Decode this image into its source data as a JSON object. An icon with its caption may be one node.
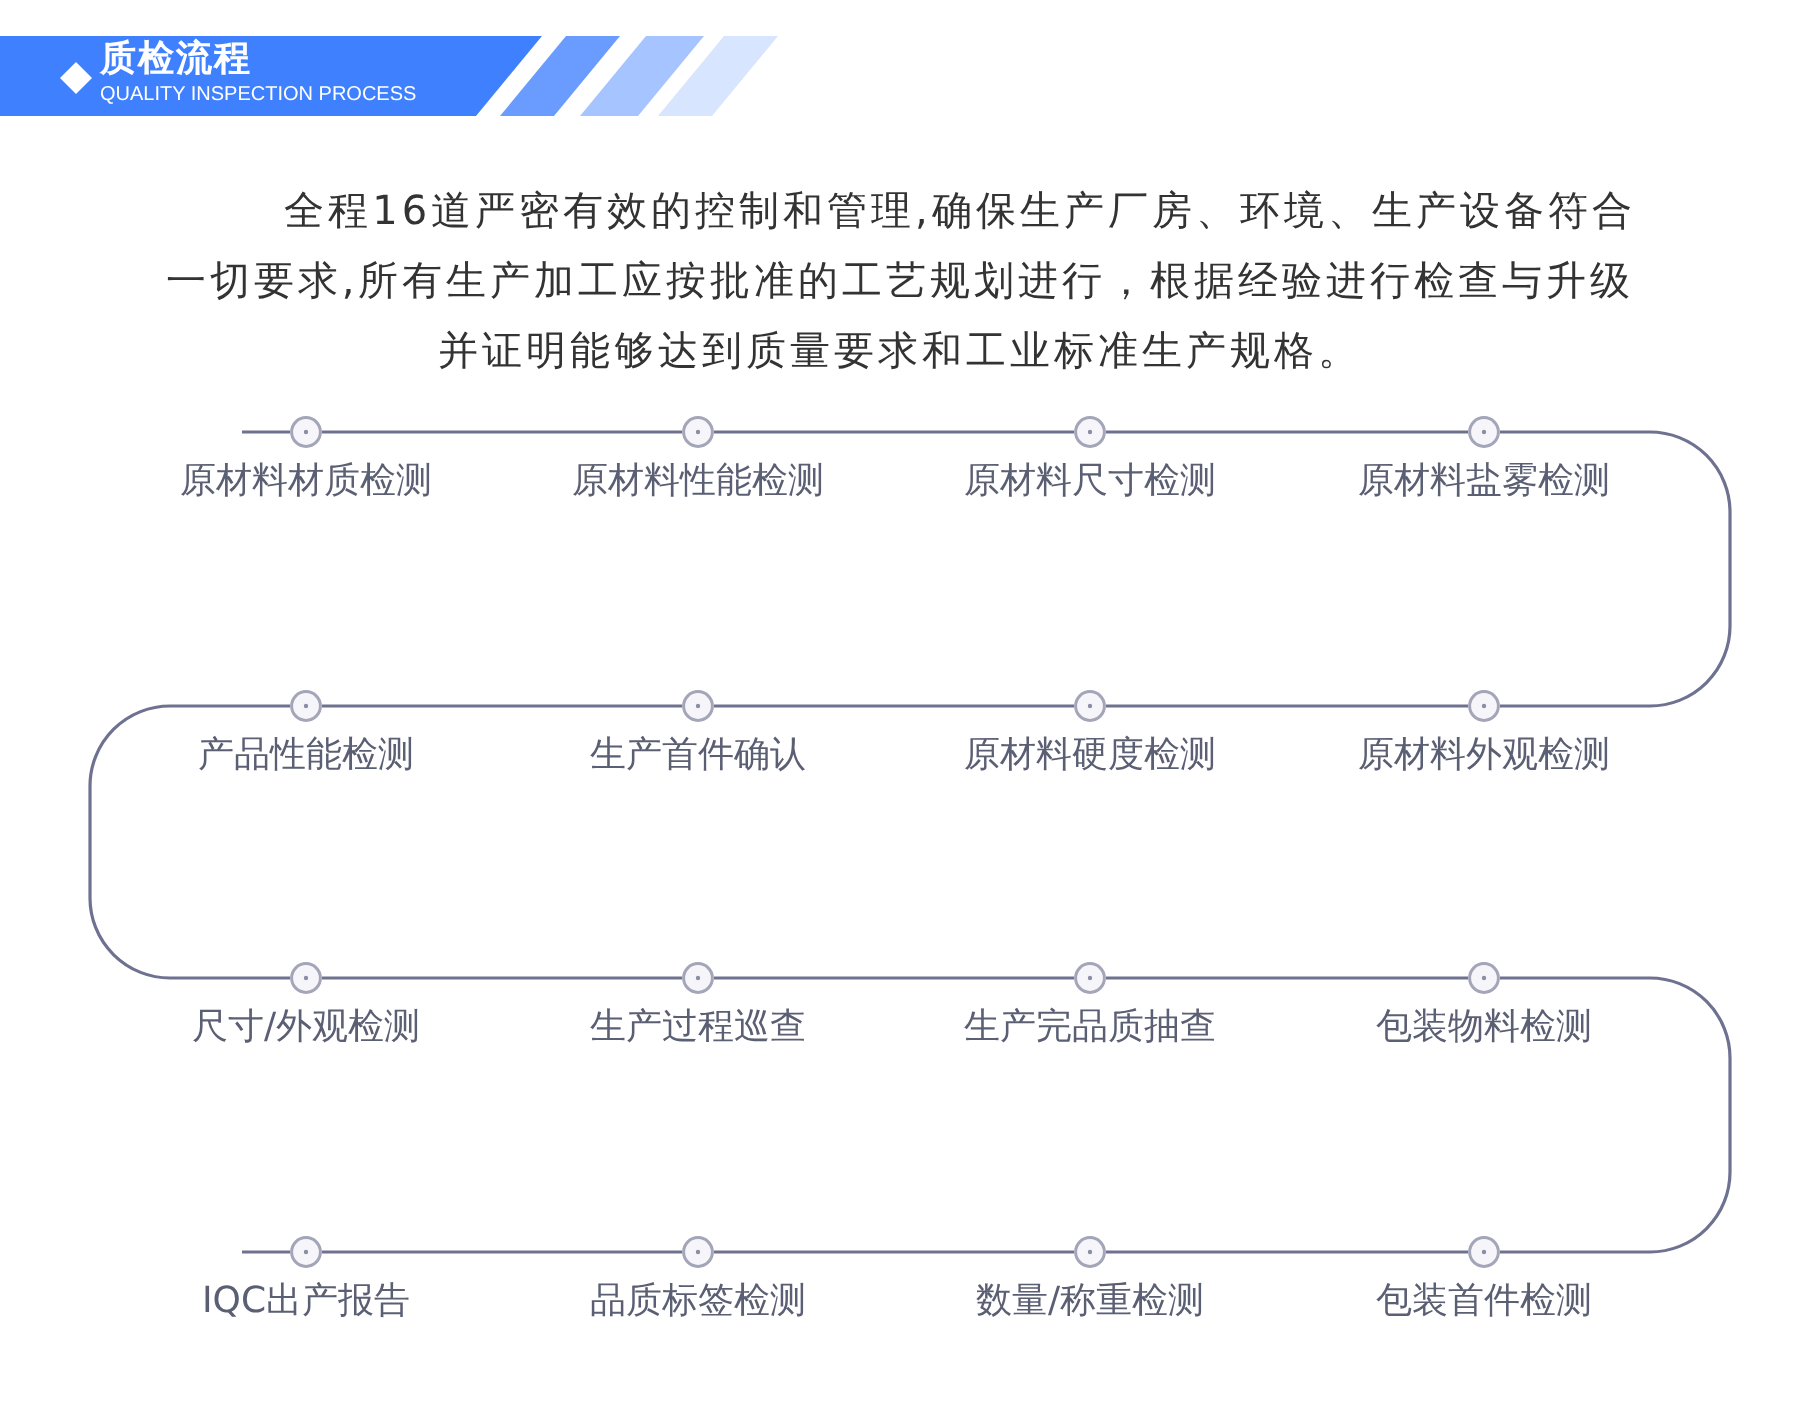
{
  "diagram": {
    "title": "质检流程",
    "nodes": [
      {
        "text": [],
        "shape": "circle",
        "beside": [
          "原材料材质检测"
        ]
      },
      {
        "text": [],
        "shape": "circle",
        "beside": [
          "原材料性能检测"
        ]
      },
      {
        "text": [],
        "shape": "circle",
        "beside": [
          "原材料尺寸检测"
        ]
      },
      {
        "text": [],
        "shape": "circle",
        "beside": [
          "原材料盐雾检测"
        ]
      },
      {
        "text": [],
        "shape": "circle",
        "beside": [
          "原材料外观检测"
        ]
      },
      {
        "text": [],
        "shape": "circle",
        "beside": [
          "原材料硬度检测"
        ]
      },
      {
        "text": [],
        "shape": "circle",
        "beside": [
          "生产首件确认"
        ]
      },
      {
        "text": [],
        "shape": "circle",
        "beside": [
          "产品性能检测"
        ]
      },
      {
        "text": [],
        "shape": "circle",
        "beside": [
          "尺寸/外观检测"
        ]
      },
      {
        "text": [],
        "shape": "circle",
        "beside": [
          "生产过程巡查"
        ]
      },
      {
        "text": [],
        "shape": "circle",
        "beside": [
          "生产完品质抽查"
        ]
      },
      {
        "text": [],
        "shape": "circle",
        "beside": [
          "包装物料检测"
        ]
      },
      {
        "text": [],
        "shape": "circle",
        "beside": [
          "包装首件检测"
        ]
      },
      {
        "text": [],
        "shape": "circle",
        "beside": [
          "数量/称重检测"
        ]
      },
      {
        "text": [],
        "shape": "circle",
        "beside": [
          "品质标签检测"
        ]
      },
      {
        "text": [],
        "shape": "circle",
        "beside": [
          "IQC出产报告"
        ]
      }
    ],
    "edges": [
      {
        "from": null,
        "to": 0,
        "arrow": "none"
      },
      {
        "from": 0,
        "to": 1,
        "arrow": "none"
      },
      {
        "from": 1,
        "to": 2,
        "arrow": "none"
      },
      {
        "from": 2,
        "to": 3,
        "arrow": "none"
      },
      {
        "from": 3,
        "to": 4,
        "arrow": "none"
      },
      {
        "from": 4,
        "to": 5,
        "arrow": "none"
      },
      {
        "from": 5,
        "to": 6,
        "arrow": "none"
      },
      {
        "from": 6,
        "to": 7,
        "arrow": "none"
      },
      {
        "from": 7,
        "to": 8,
        "arrow": "none"
      },
      {
        "from": 8,
        "to": 9,
        "arrow": "none"
      },
      {
        "from": 9,
        "to": 10,
        "arrow": "none"
      },
      {
        "from": 10,
        "to": 11,
        "arrow": "none"
      },
      {
        "from": 11,
        "to": 12,
        "arrow": "none"
      },
      {
        "from": 12,
        "to": 13,
        "arrow": "none"
      },
      {
        "from": 13,
        "to": 14,
        "arrow": "none"
      },
      {
        "from": 14,
        "to": 15,
        "arrow": "none"
      },
      {
        "from": 15,
        "to": null,
        "arrow": "none"
      }
    ],
    "labels": [
      "QUALITY INSPECTION PROCESS",
      "全程16道严密有效的控制和管理,确保生产厂房、环境、生产设备符合一切要求,所有生产加工应按批准的工艺规划进行，根据经验进行检查与升级并证明能够达到质量要求和工业标准生产规格。"
    ]
  }
}
